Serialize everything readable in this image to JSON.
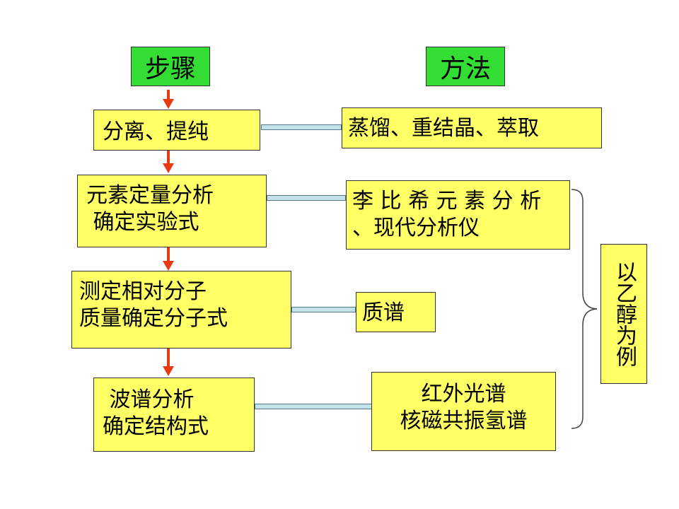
{
  "headers": {
    "steps": "步骤",
    "methods": "方法"
  },
  "steps": [
    {
      "lines": [
        "分离、提纯"
      ]
    },
    {
      "lines": [
        "元素定量分析",
        " 确定实验式"
      ]
    },
    {
      "lines": [
        "测定相对分子",
        "质量确定分子式"
      ]
    },
    {
      "lines": [
        " 波谱分析",
        "确定结构式"
      ]
    }
  ],
  "methods": [
    {
      "lines": [
        "蒸馏、重结晶、萃取"
      ]
    },
    {
      "lines": [
        "李 比 希 元 素 分 析",
        "、现代分析仪"
      ]
    },
    {
      "lines": [
        "质谱"
      ]
    },
    {
      "lines": [
        "红外光谱",
        "核磁共振氢谱"
      ]
    }
  ],
  "example": "以乙醇为例",
  "colors": {
    "box_fill": "#ffff66",
    "header_fill": "#33dd33",
    "arrow": "#e83a10",
    "connector": "#c3e3ea"
  }
}
